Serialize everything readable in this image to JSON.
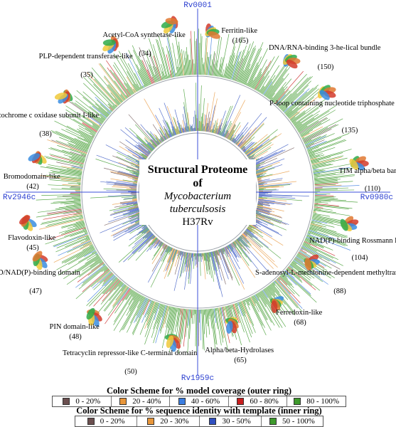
{
  "center_title": {
    "line1": "Structural Proteome",
    "line2": "of",
    "line3": "Mycobacterium",
    "line4": "tuberculsosis",
    "line5": "H37Rv"
  },
  "axis_labels": {
    "top": "Rv0001",
    "right": "Rv0980c",
    "bottom": "Rv1959c",
    "left": "Rv2946c"
  },
  "folds": [
    {
      "label": "Ferritin-like",
      "count": "(165)"
    },
    {
      "label": "DNA/RNA-binding 3-he-lical bundle",
      "count": "(150)"
    },
    {
      "label": "P-loop containing nucleotide triphosphate hydrolases",
      "count": "(135)"
    },
    {
      "label": "TIM alpha/beta barrel",
      "count": "(110)"
    },
    {
      "label": "NAD(P)-binding Rossmann Fold",
      "count": "(104)"
    },
    {
      "label": "S-adenosyl-L-methionine-dependent methyltransferases",
      "count": "(88)"
    },
    {
      "label": "Ferredoxin-like",
      "count": "(68)"
    },
    {
      "label": "Alpha/beta-Hydrolases",
      "count": "(65)"
    },
    {
      "label": "Tetracyclin repressor-like C-terminal domain",
      "count": "(50)"
    },
    {
      "label": "PIN domain-like",
      "count": "(48)"
    },
    {
      "label": "FAD/NAD(P)-binding domain",
      "count": "(47)"
    },
    {
      "label": "Flavodoxin-like",
      "count": "(45)"
    },
    {
      "label": "Bromodomain-like",
      "count": "(42)"
    },
    {
      "label": "Cytochrome c oxidase subunit I-like",
      "count": "(38)"
    },
    {
      "label": "PLP-dependent transferase-like",
      "count": "(35)"
    },
    {
      "label": "Acetyl-CoA synthetase-like",
      "count": "(34)"
    }
  ],
  "legend_outer": {
    "title": "Color Scheme for % model coverage (outer ring)",
    "items": [
      {
        "range": "0 - 20%",
        "color": "#6b4f4f"
      },
      {
        "range": "20 - 40%",
        "color": "#e8963a"
      },
      {
        "range": "40 - 60%",
        "color": "#3b7de0"
      },
      {
        "range": "60 - 80%",
        "color": "#c81e1e"
      },
      {
        "range": "80 - 100%",
        "color": "#3e9a2c"
      }
    ]
  },
  "legend_inner": {
    "title": "Color Scheme for % sequence identity with template (inner ring)",
    "items": [
      {
        "range": "0 - 20%",
        "color": "#6b4f4f"
      },
      {
        "range": "20 - 30%",
        "color": "#e8963a"
      },
      {
        "range": "30 - 50%",
        "color": "#2f4fc0"
      },
      {
        "range": "50 - 100%",
        "color": "#3e9a2c"
      }
    ]
  }
}
